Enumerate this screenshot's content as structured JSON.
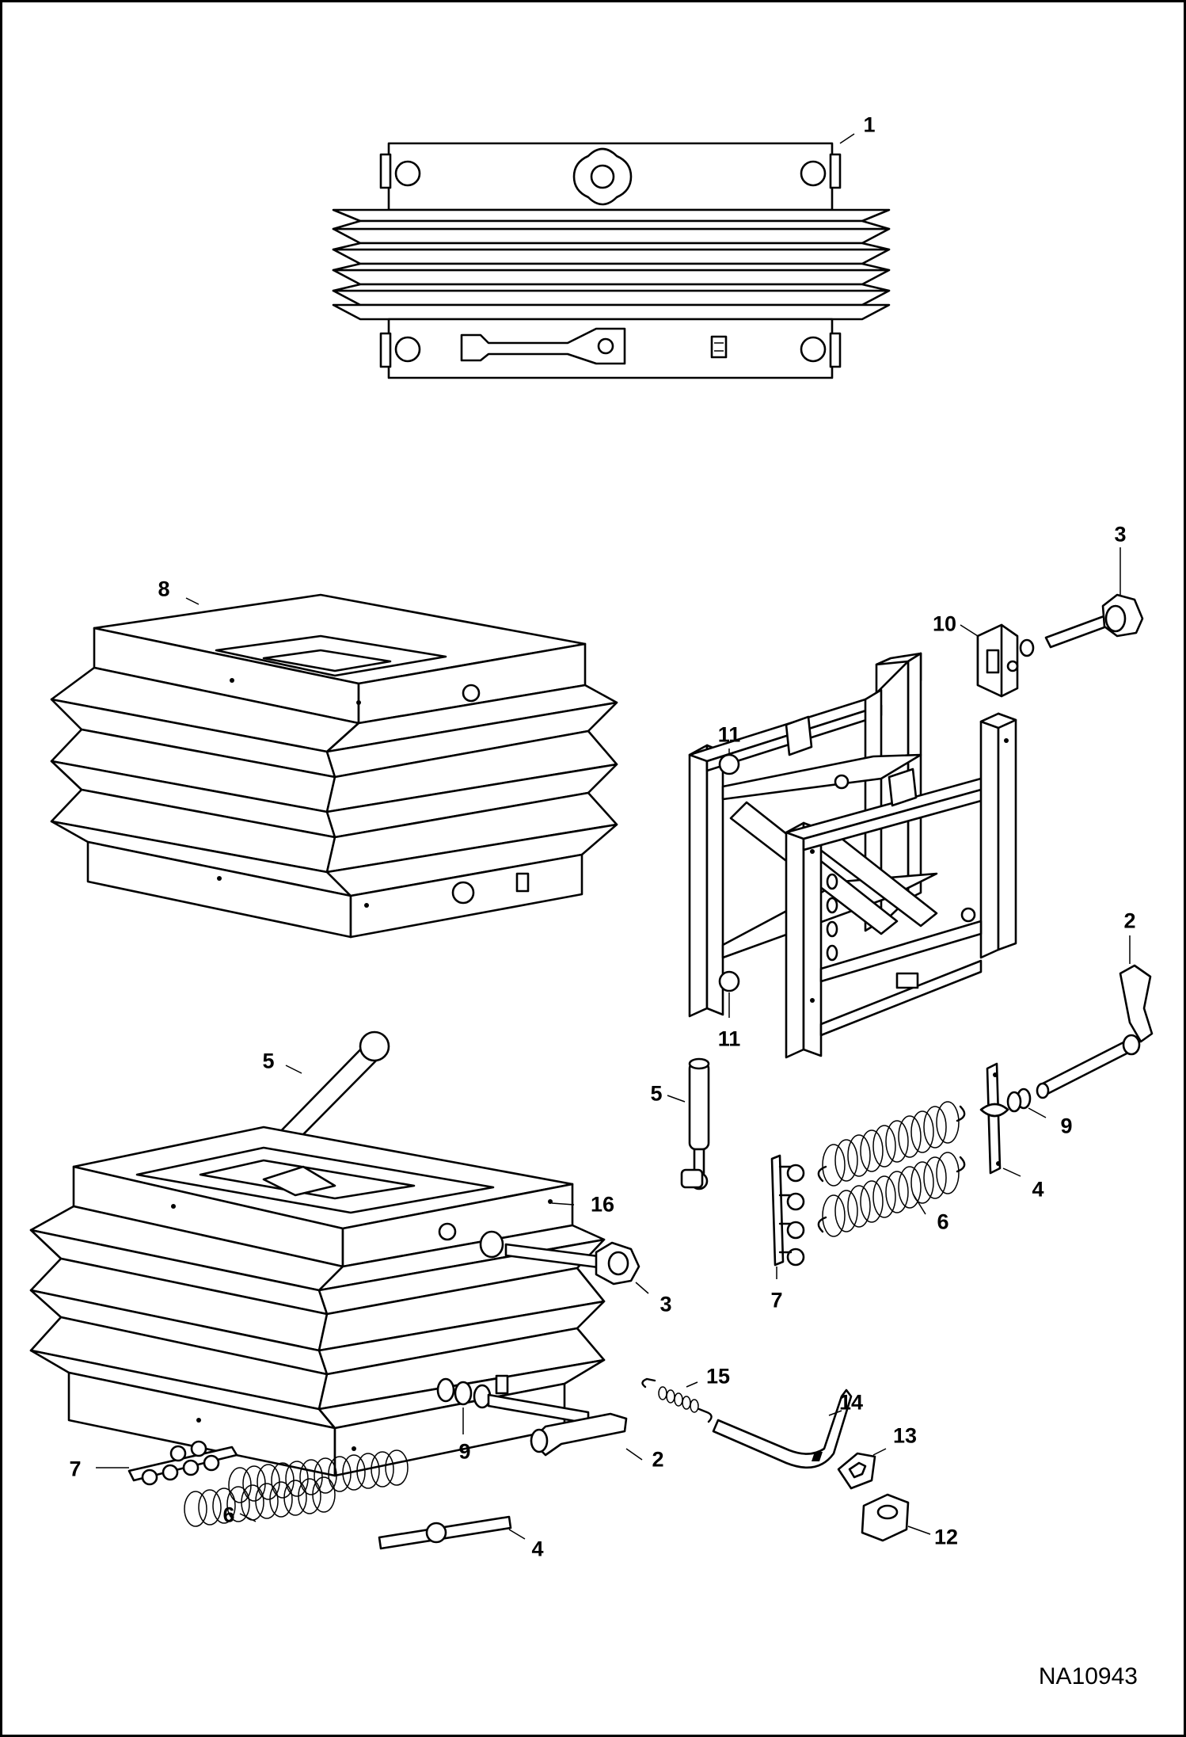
{
  "drawing_id": "NA10943",
  "callouts": [
    {
      "id": "c1",
      "label": "1"
    },
    {
      "id": "c3a",
      "label": "3"
    },
    {
      "id": "c8",
      "label": "8"
    },
    {
      "id": "c10",
      "label": "10"
    },
    {
      "id": "c11a",
      "label": "11"
    },
    {
      "id": "c11b",
      "label": "11"
    },
    {
      "id": "c2a",
      "label": "2"
    },
    {
      "id": "c5a",
      "label": "5"
    },
    {
      "id": "c5b",
      "label": "5"
    },
    {
      "id": "c9a",
      "label": "9"
    },
    {
      "id": "c4a",
      "label": "4"
    },
    {
      "id": "c16",
      "label": "16"
    },
    {
      "id": "c6a",
      "label": "6"
    },
    {
      "id": "c3b",
      "label": "3"
    },
    {
      "id": "c7a",
      "label": "7"
    },
    {
      "id": "c15",
      "label": "15"
    },
    {
      "id": "c14",
      "label": "14"
    },
    {
      "id": "c2b",
      "label": "2"
    },
    {
      "id": "c13",
      "label": "13"
    },
    {
      "id": "c7b",
      "label": "7"
    },
    {
      "id": "c9b",
      "label": "9"
    },
    {
      "id": "c12",
      "label": "12"
    },
    {
      "id": "c6b",
      "label": "6"
    },
    {
      "id": "c4b",
      "label": "4"
    }
  ]
}
